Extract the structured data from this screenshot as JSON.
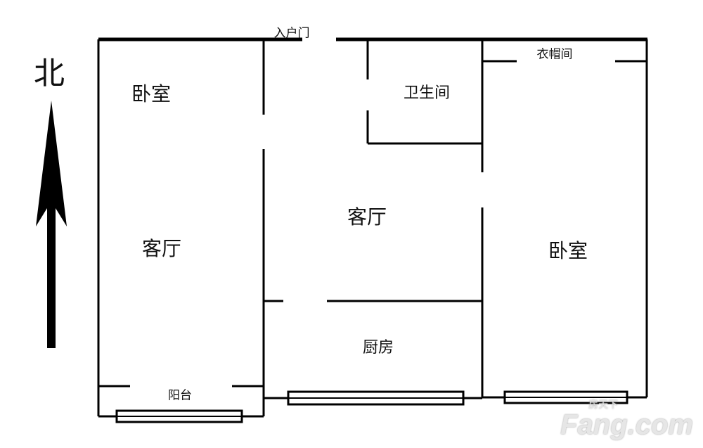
{
  "compass": {
    "north_label": "北"
  },
  "rooms": {
    "bedroom_left": "卧室",
    "living_left": "客厅",
    "living_center": "客厅",
    "bathroom": "卫生间",
    "cloakroom": "衣帽间",
    "bedroom_right": "卧室",
    "kitchen": "厨房",
    "balcony": "阳台",
    "entrance": "入户门"
  },
  "watermark": {
    "brand": "Fang.com",
    "brand_cn": "房天下"
  }
}
